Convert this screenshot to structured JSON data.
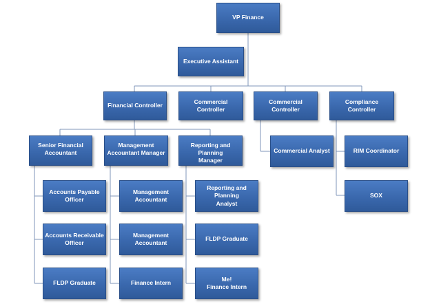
{
  "org_chart": {
    "vp": "VP Finance",
    "assistant": "Executive Assistant",
    "financial_controller": "Financial Controller",
    "commercial_controller_1": "Commercial Controller",
    "commercial_controller_2": "Commercial Controller",
    "compliance_controller": "Compliance Controller",
    "senior_financial_accountant": "Senior Financial\nAccountant",
    "management_accountant_manager": "Management\nAccountant Manager",
    "reporting_planning_manager": "Reporting and Planning\nManager",
    "accounts_payable_officer": "Accounts Payable\nOfficer",
    "accounts_receivable_officer": "Accounts Receivable\nOfficer",
    "fldp_graduate_1": "FLDP Graduate",
    "management_accountant_1": "Management\nAccountant",
    "management_accountant_2": "Management\nAccountant",
    "finance_intern": "Finance Intern",
    "reporting_planning_analyst": "Reporting and Planning\nAnalyst",
    "fldp_graduate_2": "FLDP Graduate",
    "me_finance_intern": "Me!\nFinance Intern",
    "commercial_analyst": "Commercial Analyst",
    "rim_coordinator": "RIM Coordinator",
    "sox": "SOX"
  },
  "colors": {
    "box_fill": "#3a68ad",
    "box_border": "#2a4f88",
    "connector": "#7f95b8",
    "text": "#ffffff"
  }
}
